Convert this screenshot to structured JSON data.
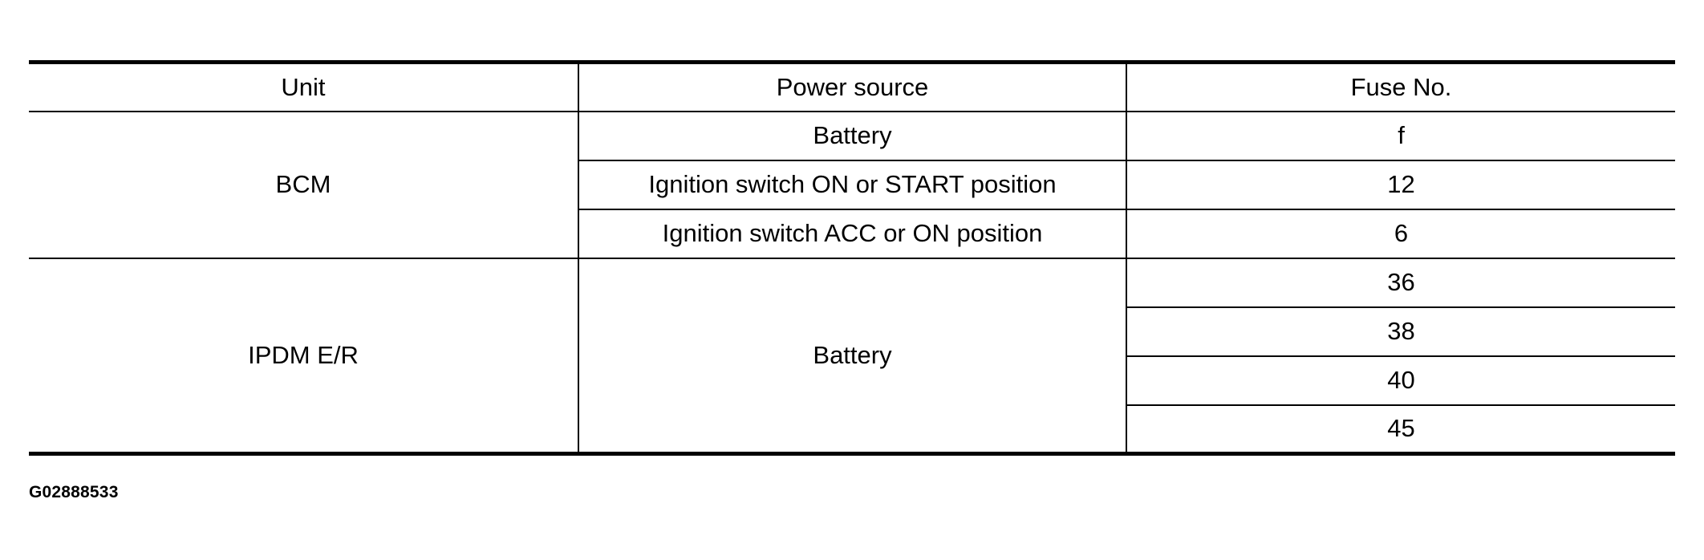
{
  "table": {
    "headers": [
      "Unit",
      "Power source",
      "Fuse No."
    ],
    "groups": [
      {
        "unit": "BCM",
        "sources": [
          {
            "power_source": "Battery",
            "fuse": "f"
          },
          {
            "power_source": "Ignition switch ON or START position",
            "fuse": "12"
          },
          {
            "power_source": "Ignition switch ACC or ON position",
            "fuse": "6"
          }
        ]
      },
      {
        "unit": "IPDM E/R",
        "power_source": "Battery",
        "fuses": [
          "36",
          "38",
          "40",
          "45"
        ]
      }
    ]
  },
  "figure_code": "G02888533"
}
